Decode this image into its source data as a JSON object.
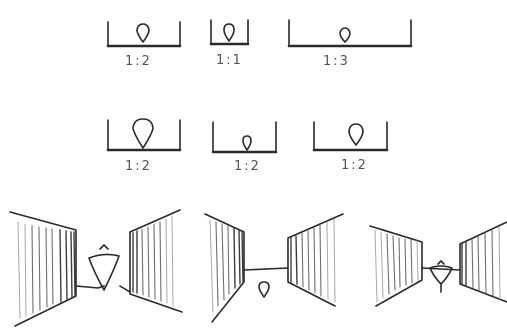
{
  "ratios": {
    "row1": [
      "1:2",
      "1:1",
      "1:3"
    ],
    "row2": [
      "1:2",
      "1:2",
      "1:2"
    ]
  },
  "colors": {
    "ink": "#2a2a2a",
    "label": "#555555",
    "shading": "#6e6e6e"
  }
}
